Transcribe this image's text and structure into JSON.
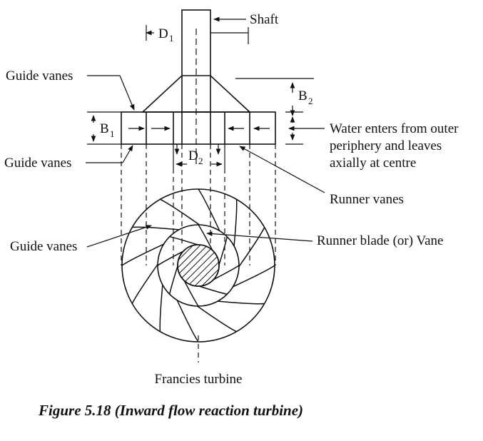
{
  "labels": {
    "shaft": "Shaft",
    "d1_main": "D",
    "d1_sub": "1",
    "b2_main": "B",
    "b2_sub": "2",
    "b1_main": "B",
    "b1_sub": "1",
    "d2_main": "D",
    "d2_sub": "2",
    "guide_vanes_top": "Guide vanes",
    "guide_vanes_mid": "Guide vanes",
    "guide_vanes_bottom": "Guide vanes",
    "water_line1": "Water enters from outer",
    "water_line2": "periphery and leaves",
    "water_line3": "axially at centre",
    "runner_vanes": "Runner vanes",
    "runner_blade": "Runner blade (or) Vane",
    "turbine_name": "Francies turbine"
  },
  "caption": "Figure 5.18 (Inward flow reaction turbine)",
  "colors": {
    "ink": "#111111",
    "background": "#ffffff"
  }
}
